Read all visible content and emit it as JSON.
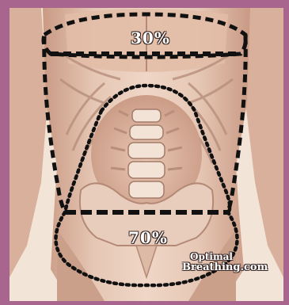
{
  "image": {
    "subject": "anatomical torso muscles with breathing zones",
    "colors": {
      "frame": "#a8668f",
      "skin_light": "#f1dfd2",
      "skin_mid": "#d9b4a0",
      "skin_shadow": "#b98a74",
      "outline": "#111111"
    }
  },
  "labels": {
    "upper_percent": "30%",
    "lower_percent": "70%"
  },
  "watermark": {
    "line1": "Optimal",
    "line2": "Breathing.com"
  }
}
